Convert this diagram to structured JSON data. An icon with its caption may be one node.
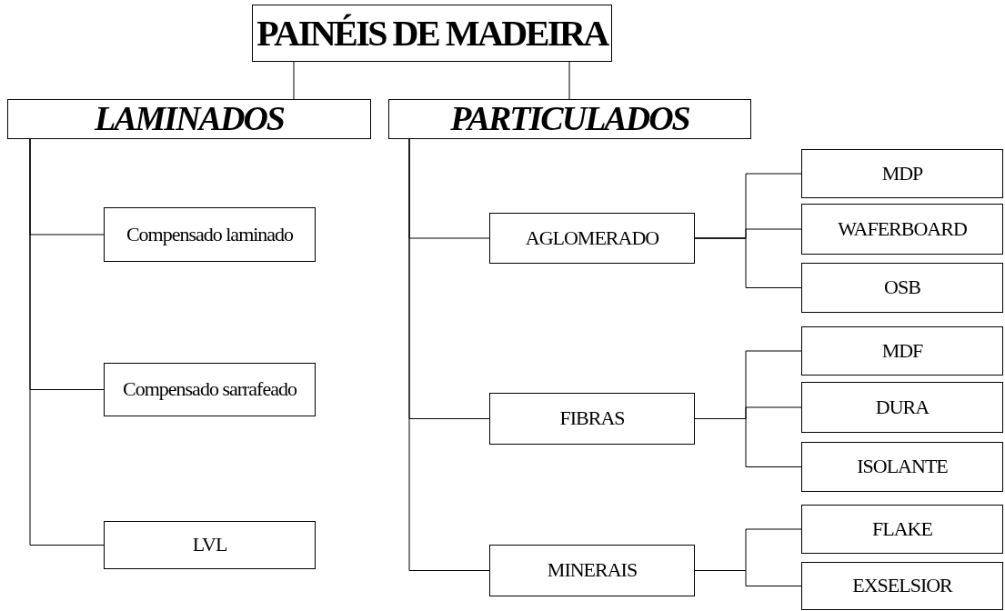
{
  "diagram": {
    "nodes": [
      {
        "text": [
          "PAINÉIS DE MADEIRA"
        ]
      },
      {
        "text": [
          "LAMINADOS"
        ]
      },
      {
        "text": [
          "Compensado laminado"
        ]
      },
      {
        "text": [
          "Compensado sarrafeado"
        ]
      },
      {
        "text": [
          "LVL"
        ]
      },
      {
        "text": [
          "PARTICULADOS"
        ]
      },
      {
        "text": [
          "AGLOMERADO"
        ]
      },
      {
        "text": [
          "MDP"
        ]
      },
      {
        "text": [
          "WAFERBOARD"
        ]
      },
      {
        "text": [
          "OSB"
        ]
      },
      {
        "text": [
          "FIBRAS"
        ]
      },
      {
        "text": [
          "MDF"
        ]
      },
      {
        "text": [
          "DURA"
        ]
      },
      {
        "text": [
          "ISOLANTE"
        ]
      },
      {
        "text": [
          "MINERAIS"
        ]
      },
      {
        "text": [
          "FLAKE"
        ]
      },
      {
        "text": [
          "EXSELSIOR"
        ]
      }
    ],
    "edges": [
      {
        "from": 0,
        "to": 1,
        "arrow": "none"
      },
      {
        "from": 0,
        "to": 5,
        "arrow": "none"
      },
      {
        "from": 1,
        "to": 2,
        "arrow": "none"
      },
      {
        "from": 1,
        "to": 3,
        "arrow": "none"
      },
      {
        "from": 1,
        "to": 4,
        "arrow": "none"
      },
      {
        "from": 5,
        "to": 6,
        "arrow": "none"
      },
      {
        "from": 5,
        "to": 10,
        "arrow": "none"
      },
      {
        "from": 5,
        "to": 14,
        "arrow": "none"
      },
      {
        "from": 6,
        "to": 7,
        "arrow": "none"
      },
      {
        "from": 6,
        "to": 8,
        "arrow": "none"
      },
      {
        "from": 6,
        "to": 9,
        "arrow": "none"
      },
      {
        "from": 10,
        "to": 11,
        "arrow": "none"
      },
      {
        "from": 10,
        "to": 12,
        "arrow": "none"
      },
      {
        "from": 10,
        "to": 13,
        "arrow": "none"
      },
      {
        "from": 14,
        "to": 15,
        "arrow": "none"
      },
      {
        "from": 14,
        "to": 16,
        "arrow": "none"
      }
    ]
  }
}
